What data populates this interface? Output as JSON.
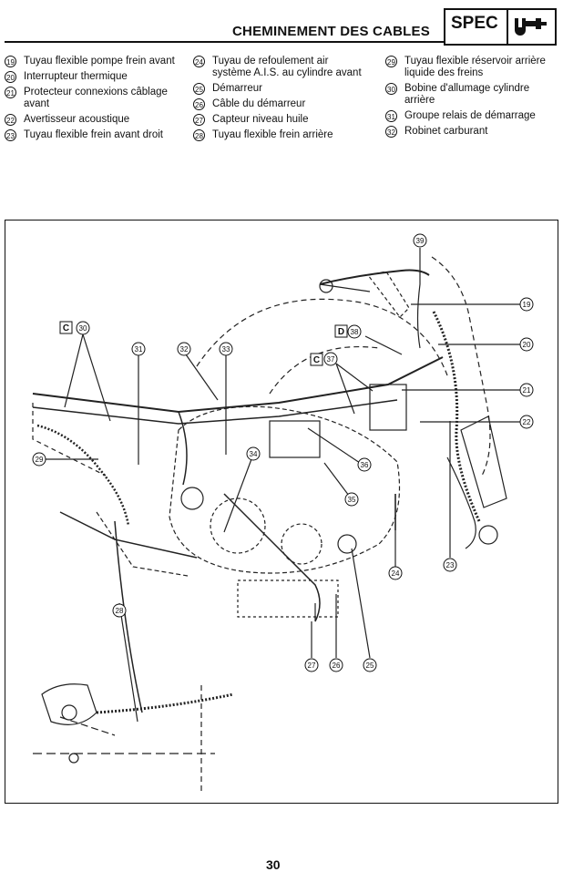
{
  "header": {
    "title": "CHEMINEMENT DES CABLES",
    "badge": "SPEC",
    "badge_icon": "caliper-icon"
  },
  "legend": {
    "col1": [
      {
        "num": "19",
        "text": "Tuyau flexible pompe frein avant"
      },
      {
        "num": "20",
        "text": "Interrupteur thermique"
      },
      {
        "num": "21",
        "text": "Protecteur connexions câblage avant"
      },
      {
        "num": "22",
        "text": "Avertisseur acoustique"
      },
      {
        "num": "23",
        "text": "Tuyau flexible frein avant droit"
      }
    ],
    "col2": [
      {
        "num": "24",
        "text": "Tuyau de refoulement air système A.I.S. au cylindre avant"
      },
      {
        "num": "25",
        "text": "Démarreur"
      },
      {
        "num": "26",
        "text": "Câble du démarreur"
      },
      {
        "num": "27",
        "text": "Capteur niveau huile"
      },
      {
        "num": "28",
        "text": "Tuyau flexible frein arrière"
      }
    ],
    "col3": [
      {
        "num": "29",
        "text": "Tuyau flexible réservoir arrière liquide des freins"
      },
      {
        "num": "30",
        "text": "Bobine d'allumage cylindre arrière"
      },
      {
        "num": "31",
        "text": "Groupe relais de démarrage"
      },
      {
        "num": "32",
        "text": "Robinet carburant"
      }
    ]
  },
  "diagram": {
    "callouts": [
      "39",
      "19",
      "20",
      "21",
      "22",
      "23",
      "24",
      "25",
      "26",
      "27",
      "28",
      "29",
      "30",
      "31",
      "32",
      "33",
      "34",
      "35",
      "36",
      "37",
      "38"
    ],
    "boxed_letters": {
      "c1": "C",
      "d": "D",
      "c2": "C"
    }
  },
  "footer": {
    "page_number": "30"
  }
}
